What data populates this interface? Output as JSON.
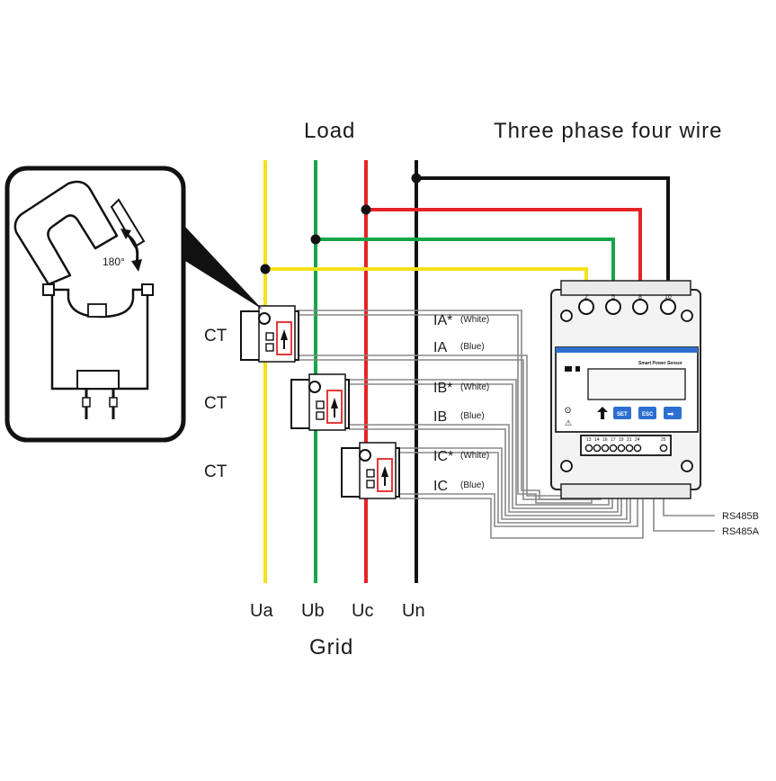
{
  "title_load": "Load",
  "title_system": "Three phase four wire",
  "title_grid": "Grid",
  "inset": {
    "angle_label": "180°"
  },
  "ct_labels": [
    "CT",
    "CT",
    "CT"
  ],
  "phases": [
    {
      "name": "Ua",
      "color": "#f5e11a"
    },
    {
      "name": "Ub",
      "color": "#17a54a"
    },
    {
      "name": "Uc",
      "color": "#e52325"
    },
    {
      "name": "Un",
      "color": "#111111"
    }
  ],
  "signals": [
    {
      "name": "IA*",
      "note": "(White)"
    },
    {
      "name": "IA",
      "note": "(Blue)"
    },
    {
      "name": "IB*",
      "note": "(White)"
    },
    {
      "name": "IB",
      "note": "(Blue)"
    },
    {
      "name": "IC*",
      "note": "(White)"
    },
    {
      "name": "IC",
      "note": "(Blue)"
    }
  ],
  "meter": {
    "brand": "Smart Power Sensor",
    "top_terminals": [
      "2",
      "5",
      "8",
      "10"
    ],
    "bottom_terminals": [
      "13",
      "14",
      "16",
      "17",
      "19",
      "21",
      "24",
      "25"
    ],
    "buttons": [
      "SET",
      "ESC",
      "➡"
    ],
    "accent": "#2d6fd0"
  },
  "rs485": [
    "RS485B",
    "RS485A"
  ]
}
